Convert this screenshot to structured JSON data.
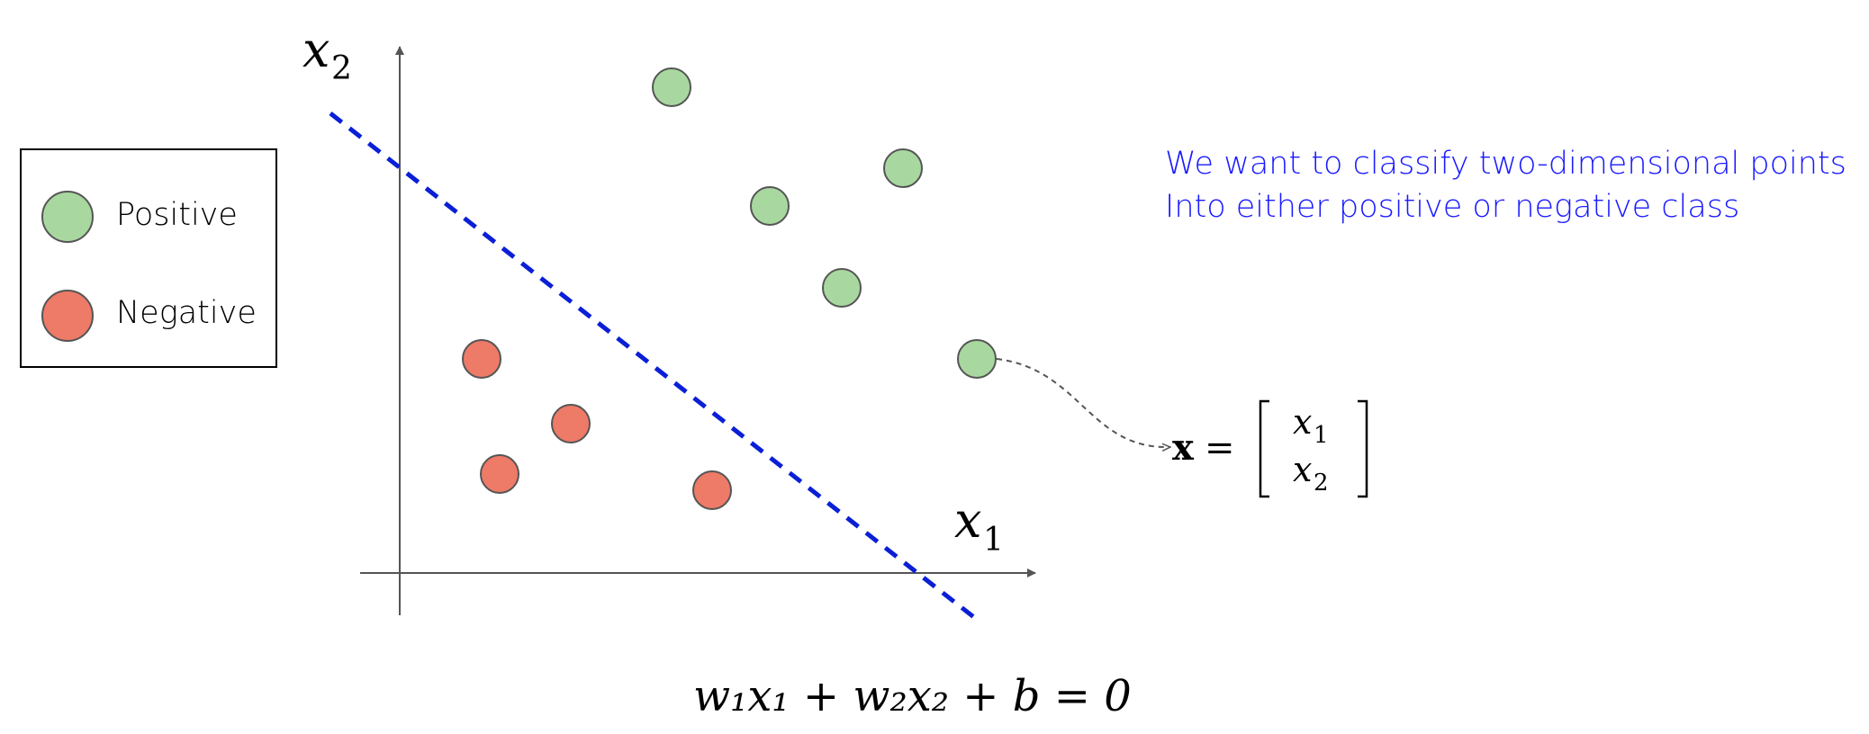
{
  "legend": {
    "items": [
      {
        "label": "Positive",
        "color": "#a8d8a0"
      },
      {
        "label": "Negative",
        "color": "#ee7a68"
      }
    ]
  },
  "axes": {
    "x_label": "x",
    "x_sub": "1",
    "y_label": "x",
    "y_sub": "2"
  },
  "decision_boundary": {
    "equation": "w₁x₁ + w₂x₂ + b = 0",
    "color": "#0a1fd6"
  },
  "vector": {
    "lhs": "x",
    "eq": "=",
    "entries": [
      {
        "var": "x",
        "sub": "1"
      },
      {
        "var": "x",
        "sub": "2"
      }
    ]
  },
  "caption": {
    "line1": "We want to classify two-dimensional points",
    "line2": "Into either positive or negative class",
    "color": "#1a1aff"
  },
  "colors": {
    "positive": "#a8d8a0",
    "negative": "#ee7a68",
    "stroke": "#555555"
  }
}
